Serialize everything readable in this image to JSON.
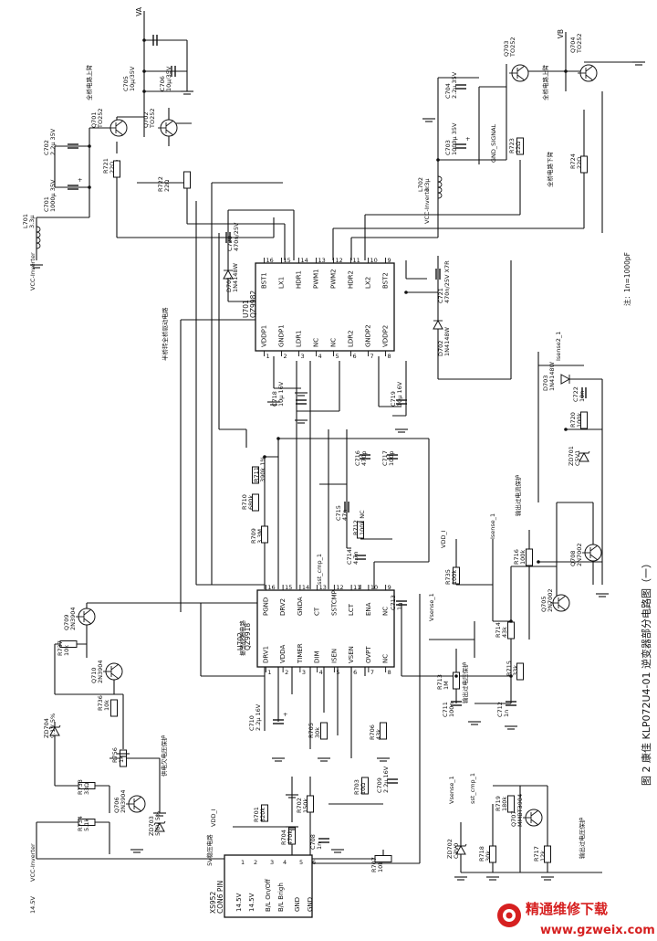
{
  "caption": "图 2  康佳 KLP072U4-01 逆变器部分电路图（一）",
  "note": "注：1n=1000pF",
  "watermark": {
    "name": "精通维修下载",
    "url": "www.gzweix.com",
    "color": "#d62020"
  },
  "rails": {
    "va": "VA",
    "vb": "VB",
    "vcc1": "VCC-Inverter",
    "vcc2": "VCC-Inverter",
    "vcc3": "VCC-Inverter",
    "v145": "14.5V",
    "vdd1": "VDD_I",
    "vdd2": "VDD_I",
    "vsense1": "Vsense_1",
    "vsense2": "Vsense_1",
    "isense1": "Isense_1",
    "isense2": "Isense2_1",
    "sst1": "sst_cmp_1",
    "sst2": "sst_cmp_1",
    "gnd_signal": "GND_SIGNAL"
  },
  "sections": {
    "upper_bridge_1": "全桥电路上臂",
    "upper_bridge_2": "全桥电路上臂",
    "lower_bridge": "全桥电路下臂",
    "half_bridge_drive": "半桥转全桥驱动电路",
    "osc_ctrl": "振荡控制电路",
    "uv_prot": "供电欠电压保护",
    "reg5v": "5V稳压电路",
    "out_ov_prot": "输出过电压保护",
    "out_oc_prot": "输出过电流保护",
    "out_ov_prot2": "输出过电压保护"
  },
  "u701": {
    "ref": "U701",
    "part": "QZ9982",
    "top_pins": [
      {
        "n": "16",
        "name": "BST1"
      },
      {
        "n": "15",
        "name": "LX1"
      },
      {
        "n": "14",
        "name": "HDR1"
      },
      {
        "n": "13",
        "name": "PWM1"
      },
      {
        "n": "12",
        "name": "PWM2"
      },
      {
        "n": "11",
        "name": "HDR2"
      },
      {
        "n": "10",
        "name": "LX2"
      },
      {
        "n": "9",
        "name": "BST2"
      }
    ],
    "bottom_pins": [
      {
        "n": "1",
        "name": "VDDP1"
      },
      {
        "n": "2",
        "name": "GNDP1"
      },
      {
        "n": "3",
        "name": "LDR1"
      },
      {
        "n": "4",
        "name": "NC"
      },
      {
        "n": "5",
        "name": "NC"
      },
      {
        "n": "6",
        "name": "LDR2"
      },
      {
        "n": "7",
        "name": "GNDP2"
      },
      {
        "n": "8",
        "name": "VDDP2"
      }
    ]
  },
  "u702": {
    "ref": "U702",
    "part": "QZ9918",
    "top_pins": [
      {
        "n": "16",
        "name": "PGND"
      },
      {
        "n": "15",
        "name": "DRV2"
      },
      {
        "n": "14",
        "name": "GNDA"
      },
      {
        "n": "13",
        "name": "CT"
      },
      {
        "n": "12",
        "name": "SSTCMP"
      },
      {
        "n": "11",
        "name": "LCT"
      },
      {
        "n": "10",
        "name": "ENA"
      },
      {
        "n": "9",
        "name": "NC"
      }
    ],
    "bottom_pins": [
      {
        "n": "1",
        "name": "DRV1"
      },
      {
        "n": "2",
        "name": "VDDA"
      },
      {
        "n": "3",
        "name": "TIMER"
      },
      {
        "n": "4",
        "name": "DIM"
      },
      {
        "n": "5",
        "name": "ISEN"
      },
      {
        "n": "6",
        "name": "VSEN"
      },
      {
        "n": "7",
        "name": "OVPT"
      },
      {
        "n": "8",
        "name": "NC"
      }
    ]
  },
  "connector": {
    "ref": "XS952",
    "part": "CON6 PIN",
    "pins": [
      {
        "n": "1",
        "name": "14.5V"
      },
      {
        "n": "2",
        "name": "14.5V"
      },
      {
        "n": "3",
        "name": "B/L On/Off"
      },
      {
        "n": "4",
        "name": "B/L Brigh"
      },
      {
        "n": "5",
        "name": "GND"
      },
      {
        "n": "6",
        "name": "GND"
      }
    ]
  },
  "components": {
    "c705": {
      "ref": "C705",
      "val": "10μ/35V"
    },
    "c706": {
      "ref": "C706",
      "val": "10μ/35V"
    },
    "q701": {
      "ref": "Q701",
      "val": "TO252"
    },
    "q702": {
      "ref": "Q702",
      "val": "TO252"
    },
    "q703": {
      "ref": "Q703",
      "val": "TO252"
    },
    "q704": {
      "ref": "Q704",
      "val": "TO252"
    },
    "c702": {
      "ref": "C702",
      "val": "2.2μ 35V"
    },
    "c701": {
      "ref": "C701",
      "val": "1000μ 35V"
    },
    "l701": {
      "ref": "L701",
      "val": "3.3μ"
    },
    "r721": {
      "ref": "R721",
      "val": "22Ω"
    },
    "r722": {
      "ref": "R722",
      "val": "22Ω"
    },
    "c704": {
      "ref": "C704",
      "val": "2.2μ 35V"
    },
    "c703": {
      "ref": "C703",
      "val": "1000μ 35V"
    },
    "l702": {
      "ref": "L702",
      "val": "3.3μ"
    },
    "r723": {
      "ref": "R723",
      "val": "22Ω"
    },
    "r724": {
      "ref": "R724",
      "val": "22Ω"
    },
    "c720": {
      "ref": "C720",
      "val": "470n/25V"
    },
    "d701": {
      "ref": "D701",
      "val": "1N4148W"
    },
    "c721": {
      "ref": "C721",
      "val": "470n/25V X7R"
    },
    "d702": {
      "ref": "D702",
      "val": "1N4148W"
    },
    "c718": {
      "ref": "C718",
      "val": "10μ 16V"
    },
    "c719": {
      "ref": "C719",
      "val": "10μ 16V"
    },
    "r711": {
      "ref": "R711",
      "val": "390k 1%"
    },
    "r710": {
      "ref": "R710",
      "val": "680k"
    },
    "c716": {
      "ref": "C716",
      "val": "470p"
    },
    "c717": {
      "ref": "C717",
      "val": "100p"
    },
    "c715": {
      "ref": "C715",
      "val": "47n"
    },
    "r712": {
      "ref": "R712",
      "val": "100k NC"
    },
    "r709": {
      "ref": "R709",
      "val": "3.3M"
    },
    "c714": {
      "ref": "C714",
      "val": "4.7n"
    },
    "c713": {
      "ref": "C713",
      "val": "1n"
    },
    "q709": {
      "ref": "Q709",
      "val": "2N3904"
    },
    "q710": {
      "ref": "Q710",
      "val": "2N3904"
    },
    "r737": {
      "ref": "R737",
      "val": "10k"
    },
    "r736": {
      "ref": "R736",
      "val": "10k"
    },
    "r756": {
      "ref": "R756",
      "val": "1k"
    },
    "zd704": {
      "ref": "ZD704",
      "val": "9.1V 5%"
    },
    "r733": {
      "ref": "R733",
      "val": "33Ω"
    },
    "q706": {
      "ref": "Q706",
      "val": "2N3904"
    },
    "r734": {
      "ref": "R734",
      "val": "5.1k"
    },
    "zd703": {
      "ref": "ZD703",
      "val": "5.6V 5%"
    },
    "c710": {
      "ref": "C710",
      "val": "2.2μ 16V"
    },
    "r705": {
      "ref": "R705",
      "val": "30k"
    },
    "r706": {
      "ref": "R706",
      "val": "43k"
    },
    "r701": {
      "ref": "R701",
      "val": "820k"
    },
    "r702": {
      "ref": "R702",
      "val": "150k"
    },
    "r703": {
      "ref": "R703",
      "val": "10Ω"
    },
    "c709": {
      "ref": "C709",
      "val": "2.2μ 16V"
    },
    "r704": {
      "ref": "R704",
      "val": "470k"
    },
    "c708": {
      "ref": "C708",
      "val": "1n"
    },
    "r707": {
      "ref": "R707",
      "val": "10k"
    },
    "r713": {
      "ref": "R713",
      "val": "1M"
    },
    "c711": {
      "ref": "C711",
      "val": "100n"
    },
    "c712": {
      "ref": "C712",
      "val": "1n"
    },
    "r715": {
      "ref": "R715",
      "val": "33k"
    },
    "r714": {
      "ref": "R714",
      "val": "43k"
    },
    "r735": {
      "ref": "R735",
      "val": "100k"
    },
    "q705": {
      "ref": "Q705",
      "val": "2N7002"
    },
    "r716": {
      "ref": "R716",
      "val": "100k"
    },
    "q708": {
      "ref": "Q708",
      "val": "2N7002"
    },
    "zd701": {
      "ref": "ZD701",
      "val": "C5V1"
    },
    "r720": {
      "ref": "R720",
      "val": "100k"
    },
    "d703": {
      "ref": "D703",
      "val": "1N4148W"
    },
    "c722": {
      "ref": "C722",
      "val": "10n"
    },
    "r719": {
      "ref": "R719",
      "val": "180k"
    },
    "q707": {
      "ref": "Q707",
      "val": "MMBT3904"
    },
    "zd702": {
      "ref": "ZD702",
      "val": "C3V0"
    },
    "r718": {
      "ref": "R718",
      "val": "30k"
    },
    "r717": {
      "ref": "R717",
      "val": "12k"
    }
  }
}
